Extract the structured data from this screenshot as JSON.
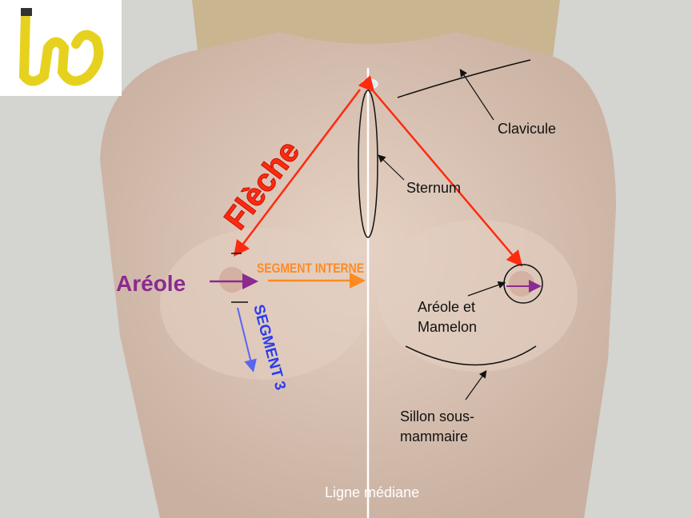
{
  "labels": {
    "fleche": "Flèche",
    "areole": "Aréole",
    "segment_interne": "SEGMENT   INTERNE",
    "segment_3": "SEGMENT 3",
    "clavicule": "Clavicule",
    "sternum": "Sternum",
    "areole_mamelon_1": "Aréole et",
    "areole_mamelon_2": "Mamelon",
    "sillon_1": "Sillon sous-",
    "sillon_2": "mammaire",
    "ligne_mediane": "Ligne médiane"
  },
  "colors": {
    "fleche": "#ff2a10",
    "areole": "#8b2a90",
    "segment_interne": "#ff8a20",
    "segment_3": "#2a3cf0",
    "annotation": "#111111",
    "midline": "#ffffff"
  },
  "icons": {
    "inset": "measuring-tape-icon"
  }
}
